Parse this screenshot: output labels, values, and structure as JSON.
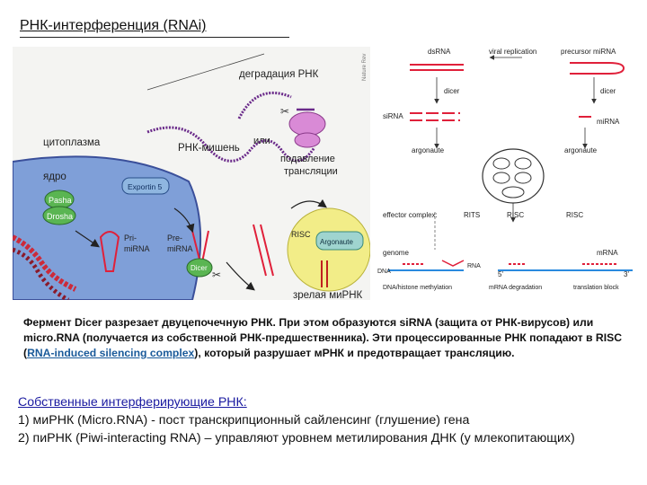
{
  "title": "РНК-интерференция (RNAi)",
  "left_figure": {
    "labels": {
      "degradation": "деградация РНК",
      "target": "РНК-мишень",
      "or": "или",
      "suppression1": "подавление",
      "suppression2": "трансляции",
      "cytoplasm": "цитоплазма",
      "nucleus": "ядро",
      "pasha": "Pasha",
      "drosha": "Drosha",
      "exportin": "Exportin 5",
      "pri1": "Pri-",
      "pri2": "miRNA",
      "pre1": "Pre-",
      "pre2": "miRNA",
      "dicer": "Dicer",
      "risc": "RISC",
      "argonaute": "Argonaute",
      "mature": "зрелая миРНК",
      "watermark": "Nature Rev"
    }
  },
  "right_figure": {
    "labels": {
      "dsrna": "dsRNA",
      "viral": "viral replication",
      "precursor": "precursor miRNA",
      "dicer": "dicer",
      "sirna": "siRNA",
      "mirna": "miRNA",
      "argonaute1": "argonaute",
      "argonaute2": "argonaute",
      "effector": "effector complex:",
      "rits": "RITS",
      "risc1": "RISC",
      "risc2": "RISC",
      "genome": "genome",
      "dna": "DNA",
      "rna": "RNA",
      "mrna": "mRNA",
      "five": "5'",
      "three": "3'",
      "dna_meth": "DNA/histone methylation",
      "mrna_deg": "mRNA degradation",
      "trans_block": "translation block"
    }
  },
  "caption": {
    "p1": "Фермент Dicer разрезает двуцепочечную РНК. При этом образуются siRNA (защита от РНК-вирусов) или micro.RNA (получается из собственной РНК-предшественника). Эти процессированные РНК попадают в RISC (",
    "link": "RNA-induced silencing complex",
    "p2": "), который разрушает мРНК и предотвращает трансляцию."
  },
  "notes": {
    "heading": "Собственные интерферирующие РНК:",
    "line1": "1) миРНК (Micro.RNA) - пост транскрипционный сайленсинг (глушение) гена",
    "line2": "2) пиРНК (Piwi-interacting RNA) – управляют уровнем метилирования ДНК (у млекопитающих)"
  },
  "colors": {
    "rna_red": "#e0203a",
    "rna_purple": "#6a2a8a",
    "nucleus_blue": "#7f9fd8",
    "pasha_green": "#5ab552",
    "risc_yellow": "#f2ed88",
    "dicer_pink": "#d98ad6"
  }
}
